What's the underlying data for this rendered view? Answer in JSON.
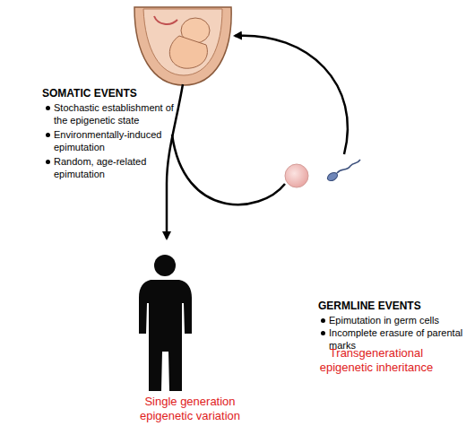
{
  "diagram": {
    "labels": [
      "SOMATIC EVENTS",
      "Stochastic establishment of the epigenetic state",
      "Environmentally-induced epimutation",
      "Random, age-related epimutation",
      "GERMLINE EVENTS",
      "Epimutation in germ cells",
      "Incomplete erasure of parental marks",
      "Transgenerational epigenetic inheritance",
      "Single generation epigenetic variation"
    ]
  }
}
